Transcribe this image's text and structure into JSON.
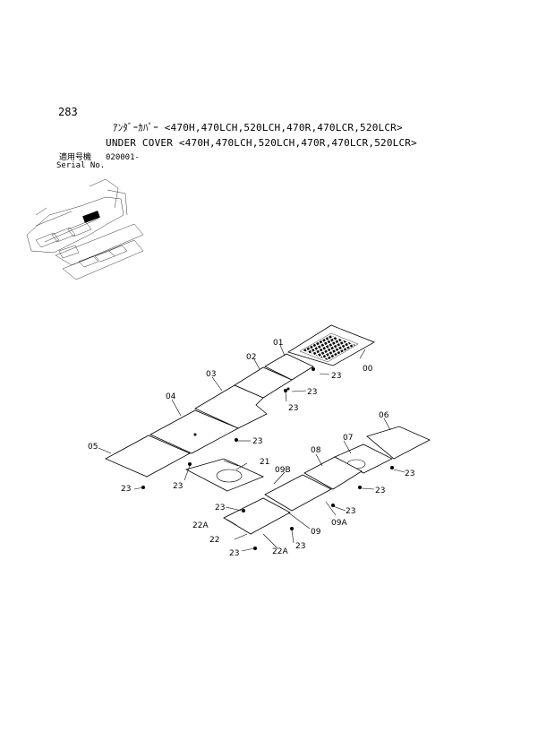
{
  "header": {
    "page_number": "283",
    "title_jp": "ｱﾝﾀﾞｰｶﾊﾞｰ <470H,470LCH,520LCH,470R,470LCR,520LCR>",
    "title_en": "UNDER COVER <470H,470LCH,520LCH,470R,470LCR,520LCR>",
    "serial_label_jp": "適用号機",
    "serial_label_en": "Serial No.",
    "serial_value": "020001-"
  },
  "parts": {
    "p00": "00",
    "p01": "01",
    "p02": "02",
    "p03": "03",
    "p04": "04",
    "p05": "05",
    "p06": "06",
    "p07": "07",
    "p08": "08",
    "p09": "09",
    "p09A": "09A",
    "p09B": "09B",
    "p21": "21",
    "p22": "22",
    "p22A_top": "22A",
    "p22A_bottom": "22A",
    "bolt_23": "23"
  }
}
